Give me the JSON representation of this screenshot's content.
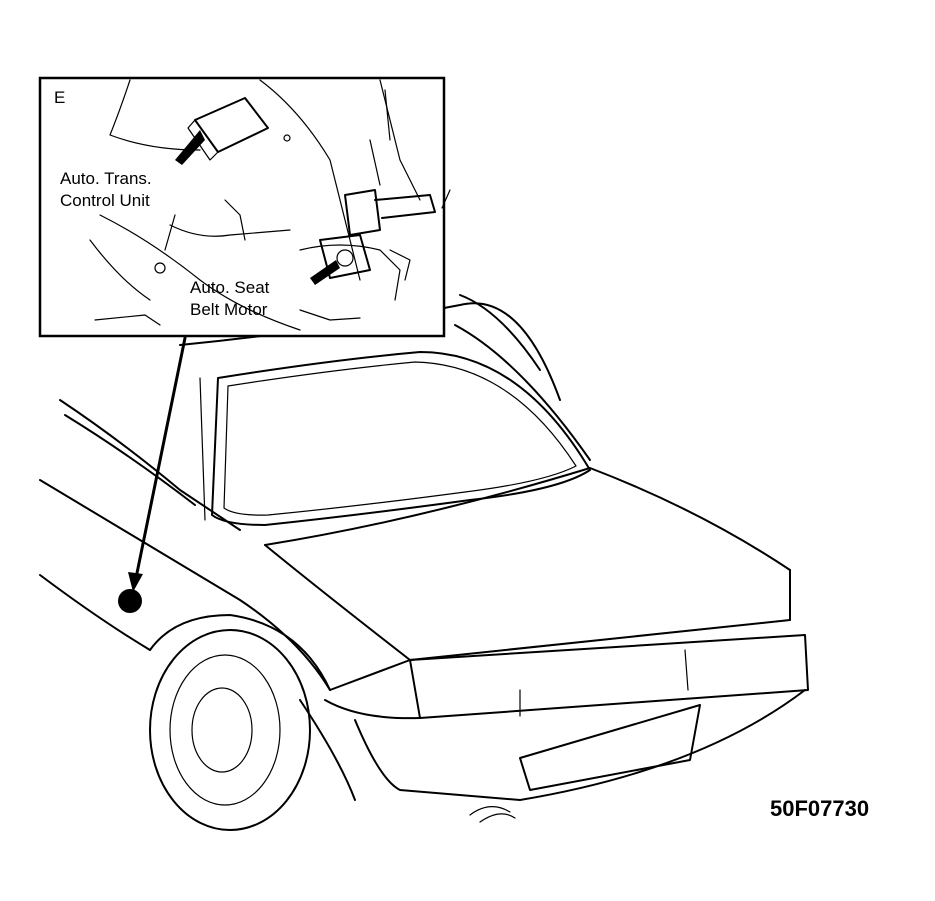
{
  "inset": {
    "view_letter": "E",
    "callouts": [
      {
        "lines": [
          "Auto. Trans.",
          "Control Unit"
        ]
      },
      {
        "lines": [
          "Auto. Seat",
          "Belt Motor"
        ]
      }
    ]
  },
  "figure_code": "50F07730"
}
